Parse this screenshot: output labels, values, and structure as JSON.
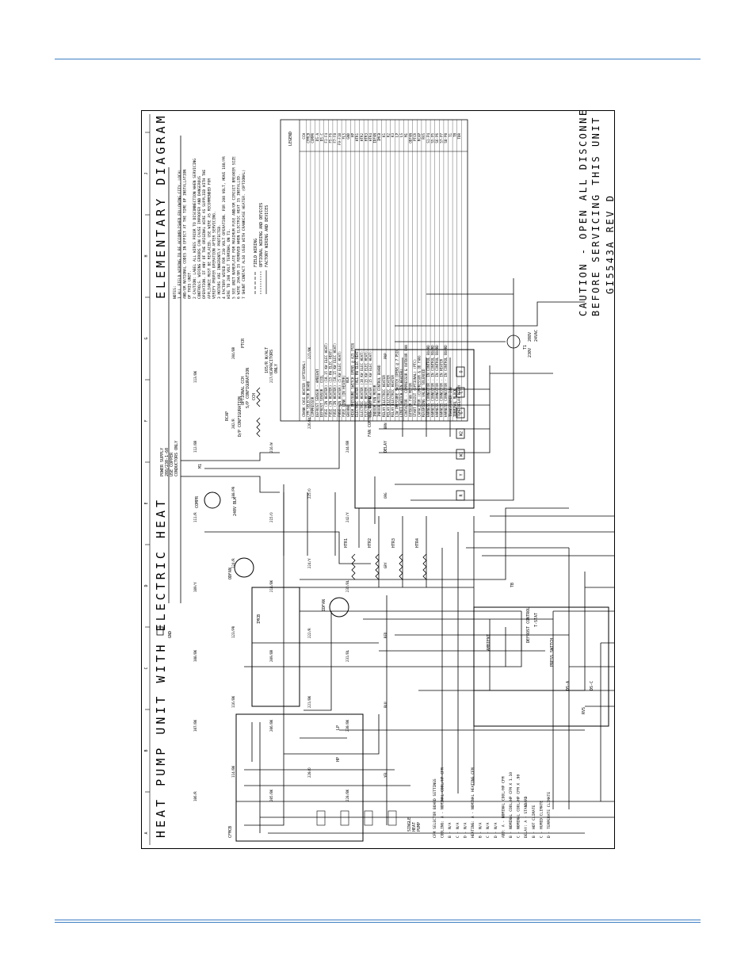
{
  "title": "HEAT PUMP UNIT WITH ELECTRIC HEAT",
  "diagram_heading": "ELEMENTARY DIAGRAM",
  "caution": [
    "CAUTION - OPEN ALL DISCONNECTS",
    "BEFORE SERVICING THIS UNIT"
  ],
  "drawing_number": "GI5543A REV D",
  "notes": [
    "NOTES:",
    "1  ALL FIELD WIRING TO BE ACCOMPLISHED FOLLOWING CITY, LOCAL",
    "   AND/OR NATIONAL CODES IN EFFECT AT THE TIME OF INSTALLATION",
    "   OF THIS UNIT.",
    "2  CAUTION: LABEL ALL WIRES PRIOR TO DISCONNECTION WHEN SERVICING",
    "   CONTROLS. WIRING ERRORS CAN CAUSE IMPROPER AND DANGEROUS",
    "   OPERATION. IF ANY OF THE ORIGINAL WIRE AS SUPPLIED WITH THE",
    "   APPLIANCE MUST BE REPLACED, USE WIRE AS RECOMMENDED FOR",
    "   VERIFY PROPER OPERATION AFTER SERVICING.",
    "3  MOTORS ARE INHERENTLY PROTECTED.",
    "4  FACTORY WIRED FOR 230 VOLT OPERATION. FOR 208 VOLT, MOVE 188/PR",
    "   WIRE TO 208 VOLT TERMINAL ON T1.",
    "5  SEE UNIT NAMEPLATE FOR MAXIMUM FUSE AND/OR CIRCUIT BREAKER SIZE",
    "6  WIRE 204/BR IS REMOVED WHEN ELECTRIC HEAT IS INSTALLED.",
    "7  SHUNT CONTACT ALSO USED WITH CRANKCASE HEATER. (OPTIONAL)"
  ],
  "wiring_key": [
    "FIELD WIRING",
    "OPTIONAL WIRING AND DEVICES",
    "FACTORY WIRING AND DEVICES"
  ],
  "legend_title": "LEGEND",
  "legend": [
    [
      "CCH",
      "CRANK CASE HEATER (OPTIONAL)"
    ],
    [
      "CFMCB",
      "CFM SELECTOR BOARD"
    ],
    [
      "COMPR",
      "COMPRESSOR"
    ],
    [
      "DS-A",
      "DEFROST SENSOR - AMBIENT"
    ],
    [
      "DS-C",
      "DEFROST SENSOR - COIL"
    ],
    [
      "F1-F4",
      "FUSE (IN HEATER) (10,15 KW ELEC HEAT)"
    ],
    [
      "F5-F6",
      "FUSE (IN HEATER) (15 KW ELEC HEAT)"
    ],
    [
      "F7-F8",
      "FUSE (IN HEATER) (10,15 KW ELEC HEAT)"
    ],
    [
      "F9-F10",
      "FUSE (IN HEATER) (5 KW ELEC HEAT)"
    ],
    [
      "FLS",
      "FUSE LINK (IN HEATER)"
    ],
    [
      "GND",
      "GROUND"
    ],
    [
      "HP",
      "HIGH PRESSURE SWITCH OPENS @ 425 PSIG"
    ],
    [
      "HTR1",
      "ELECTRIC HEATER (ALL KW ELEC HEAT)"
    ],
    [
      "HTR2",
      "ELECTRIC HEATER (10 KW ELEC HEAT)"
    ],
    [
      "HTR3",
      "ELECTRIC HEATER (15 KW ELEC HEAT)"
    ],
    [
      "HTR4",
      "ELECTRIC HEATER (15 KW ELEC HEAT)"
    ],
    [
      "IDFAN",
      "INDOOR FAN MOTOR"
    ],
    [
      "IMCB",
      "INDOOR MOTOR CONTROL BOARD"
    ],
    [
      "K1",
      "RELAY ELECTRIC HEATER"
    ],
    [
      "K2",
      "RELAY ELECTRIC HEATER"
    ],
    [
      "K3",
      "RELAY ELECTRIC HEATER"
    ],
    [
      "LP",
      "LOW PRESSURE SWITCH OPENS @ 7 PSIG"
    ],
    [
      "LS",
      "LIMIT SWITCH (IN HEATER)"
    ],
    [
      "M1",
      "CONTACTOR - COMPRESSOR & OUTDOOR FAN"
    ],
    [
      "ODFAN",
      "OUTDOOR FAN MOTOR"
    ],
    [
      "PTCR",
      "START ASSIST (OPTIONAL) (PTC)"
    ],
    [
      "RCAP",
      "CAPACITOR (COMPRESSOR & OD FAN)"
    ],
    [
      "RVS",
      "REVERSING VALVE SOLENOID"
    ],
    [
      "S1-P4",
      "HARNESS CONNECTOR - IN CONTROL BOARD"
    ],
    [
      "S5-P5",
      "HARNESS CONNECTOR - IN CONTROL BOARD"
    ],
    [
      "S6-P6",
      "HARNESS CONNECTOR - IN CONTROL BOARD"
    ],
    [
      "S7-P7",
      "HARNESS CONNECTOR - IN HEATER"
    ],
    [
      "S8-P8",
      "HARNESS CONNECTOR - IN CONTROL BOARD"
    ],
    [
      "T1",
      "TRANSFORMER 24V"
    ],
    [
      "TB",
      "TERMINAL BLOCK"
    ],
    [
      "TDR",
      "TIME DELAY RELAY"
    ]
  ],
  "cfm_settings": [
    "CFM SELECTOR BOARD SETTINGS",
    "COOLING:  A - NOMINAL COOL/HP CFM",
    "          B - N/A",
    "          C - N/A",
    "          D - N/A",
    "HEATING:  A - NOMINAL HEATING CFM",
    "          B - N/A",
    "          C - N/A",
    "          D - N/A",
    "ADJ:      A - NOMINAL COOL/HP CFM",
    "          B - NOMINAL COOL/HP CFM X 1.10",
    "          C - NOMINAL COOL/HP CFM X .90",
    "DELAY:    A - STANDARD",
    "          B - HOT CLIMATE",
    "          C - HUMID CLIMATE",
    "          D - TEMPERATE CLIMATE"
  ],
  "columns": [
    "A",
    "B",
    "C",
    "D",
    "E",
    "F",
    "G",
    "H",
    "J"
  ],
  "component_labels": {
    "power_supply": [
      "POWER SUPPLY",
      "208/230-1-60",
      "USE COPPER",
      "CONDUCTORS ONLY"
    ],
    "fan_control_board": "FAN CONTROL BOARD",
    "gnd": "GND",
    "compr": "COMPR",
    "odfan": "ODFAN",
    "idfan": "IDFAN",
    "m1": "M1",
    "rcap": "RCAP",
    "ptcr": "PTCR",
    "hp": "HP",
    "lp": "LP",
    "rvs": "RVS",
    "ds_a": "DS-A",
    "ds_c": "DS-C",
    "t1": "T1",
    "tb": "TB",
    "ambient": "AMBIENT",
    "t_stat": "T-STAT",
    "defrost_control": "DEFROST CONTROL",
    "press_switch": "PRESS SWITCH",
    "cfmcb": "CFMCB",
    "imcb": "IMCB",
    "htr1": "HTR1",
    "htr2": "HTR2",
    "htr3": "HTR3",
    "htr4": "HTR4",
    "cch": "CCH",
    "optional_cch": [
      "OPTIONAL CCH",
      "S/P CONFIGURATION"
    ],
    "dp_config": "D/P CONFIGURATION",
    "low_voltage_terms": [
      "R",
      "Y",
      "W1",
      "W2",
      "G",
      "C",
      "O"
    ],
    "delay": "DELAY",
    "heat_pump": [
      "SINGLE",
      "HEAT",
      "PUMP"
    ],
    "caps_note": [
      "165/R W/ALT",
      "CAPACITORS",
      "ONLY"
    ],
    "volt_240": "240V BLK",
    "volt_230": "230V",
    "volt_208": "208V",
    "vac_24": "24VAC"
  },
  "wire_tags": [
    "106/R",
    "107/BK",
    "108/BK",
    "109/Y",
    "111/R",
    "112/BR",
    "113/BK",
    "114/BK",
    "116/BK",
    "123/PR",
    "124/R",
    "188/PR",
    "202/R",
    "204/BR",
    "205/BK",
    "206/BK",
    "209/BR",
    "214/BK",
    "215/O",
    "216/W",
    "217/O",
    "220/O",
    "221/BK",
    "222/R",
    "224/Y",
    "225/O",
    "226/BL",
    "227/BK",
    "228/BK",
    "230/BK",
    "231/BL",
    "232/BL",
    "242/Y",
    "244/BR",
    "BLK",
    "YEL",
    "BLU",
    "RED",
    "GRY",
    "ORG",
    "BRN",
    "PRP"
  ]
}
